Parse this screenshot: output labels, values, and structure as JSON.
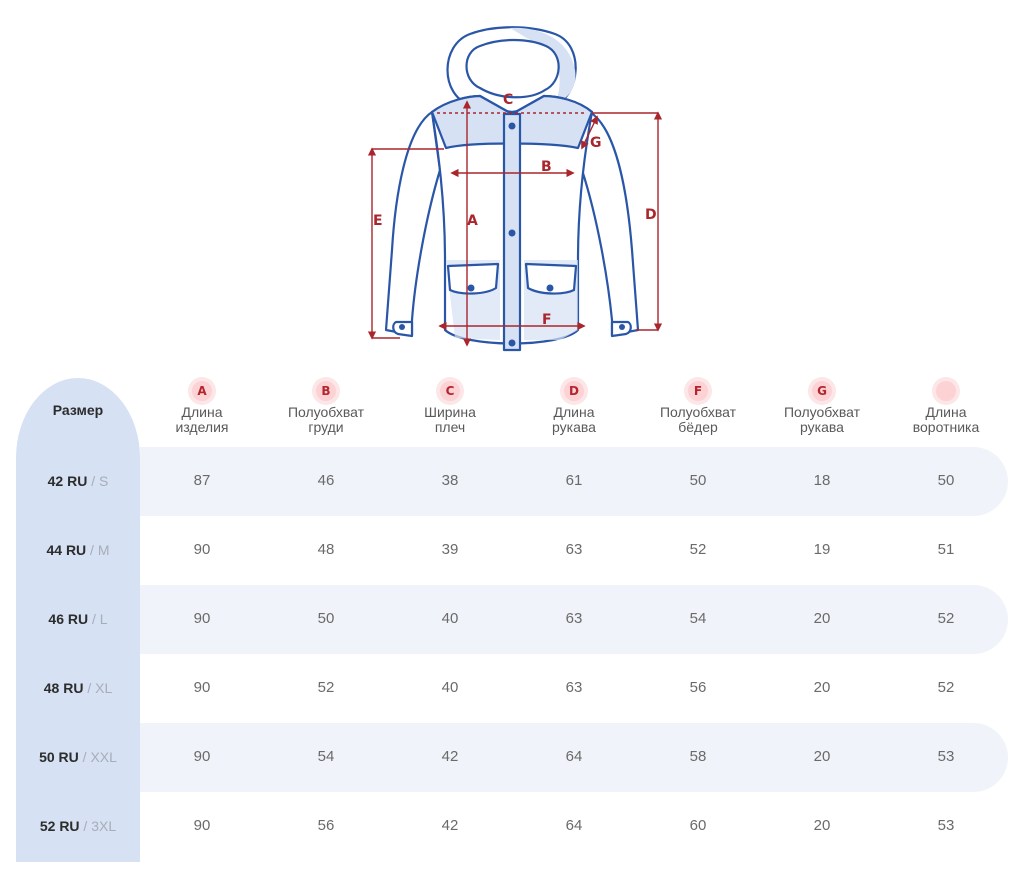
{
  "diagram": {
    "labels": [
      "A",
      "B",
      "C",
      "D",
      "E",
      "F",
      "G"
    ],
    "colors": {
      "outline": "#2a56a8",
      "fill": "#d6e1f3",
      "measure": "#a9262d"
    }
  },
  "table": {
    "size_header": "Размер",
    "columns": [
      {
        "badge": "A",
        "title": "Длина\nизделия"
      },
      {
        "badge": "B",
        "title": "Полуобхват\nгруди"
      },
      {
        "badge": "C",
        "title": "Ширина\nплеч"
      },
      {
        "badge": "D",
        "title": "Длина\nрукава"
      },
      {
        "badge": "F",
        "title": "Полуобхват\nбёдер"
      },
      {
        "badge": "G",
        "title": "Полуобхват\nрукава"
      },
      {
        "badge": "",
        "title": "Длина\nворотника"
      }
    ],
    "rows": [
      {
        "ru": "42 RU",
        "sep": " / ",
        "intl": "S",
        "values": [
          "87",
          "46",
          "38",
          "61",
          "50",
          "18",
          "50"
        ]
      },
      {
        "ru": "44 RU",
        "sep": " / ",
        "intl": "M",
        "values": [
          "90",
          "48",
          "39",
          "63",
          "52",
          "19",
          "51"
        ]
      },
      {
        "ru": "46 RU",
        "sep": " / ",
        "intl": "L",
        "values": [
          "90",
          "50",
          "40",
          "63",
          "54",
          "20",
          "52"
        ]
      },
      {
        "ru": "48 RU",
        "sep": " / ",
        "intl": "XL",
        "values": [
          "90",
          "52",
          "40",
          "63",
          "56",
          "20",
          "52"
        ]
      },
      {
        "ru": "50 RU",
        "sep": " / ",
        "intl": "XXL",
        "values": [
          "90",
          "54",
          "42",
          "64",
          "58",
          "20",
          "53"
        ]
      },
      {
        "ru": "52 RU",
        "sep": " / ",
        "intl": "3XL",
        "values": [
          "90",
          "56",
          "42",
          "64",
          "60",
          "20",
          "53"
        ]
      }
    ]
  }
}
